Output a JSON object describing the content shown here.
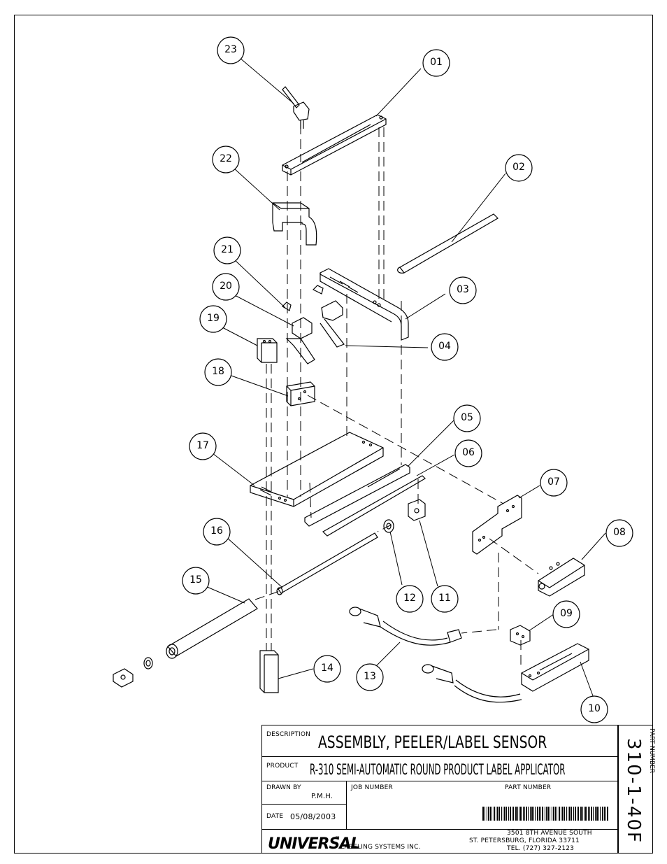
{
  "drawing": {
    "callouts": [
      "23",
      "01",
      "22",
      "02",
      "21",
      "20",
      "03",
      "19",
      "04",
      "18",
      "05",
      "17",
      "06",
      "07",
      "16",
      "08",
      "15",
      "12",
      "11",
      "09",
      "13",
      "14",
      "10"
    ]
  },
  "title_block": {
    "description_label": "DESCRIPTION",
    "description": "ASSEMBLY, PEELER/LABEL SENSOR",
    "product_label": "PRODUCT",
    "product": "R-310 SEMI-AUTOMATIC ROUND PRODUCT LABEL APPLICATOR",
    "drawn_by_label": "DRAWN BY",
    "drawn_by": "P.M.H.",
    "job_number_label": "JOB NUMBER",
    "part_number_label": "PART NUMBER",
    "date_label": "DATE",
    "date": "05/08/2003",
    "company_logo": "UNIVERSAL",
    "company_tm": "™",
    "company_suffix": "LABELING SYSTEMS INC.",
    "address_line1": "3501 8TH AVENUE SOUTH",
    "address_line2": "ST. PETERSBURG, FLORIDA 33711",
    "address_line3": "TEL. (727) 327-2123",
    "side_part_number_label": "PART NUMBER",
    "side_part_number": "310-1-40F"
  }
}
